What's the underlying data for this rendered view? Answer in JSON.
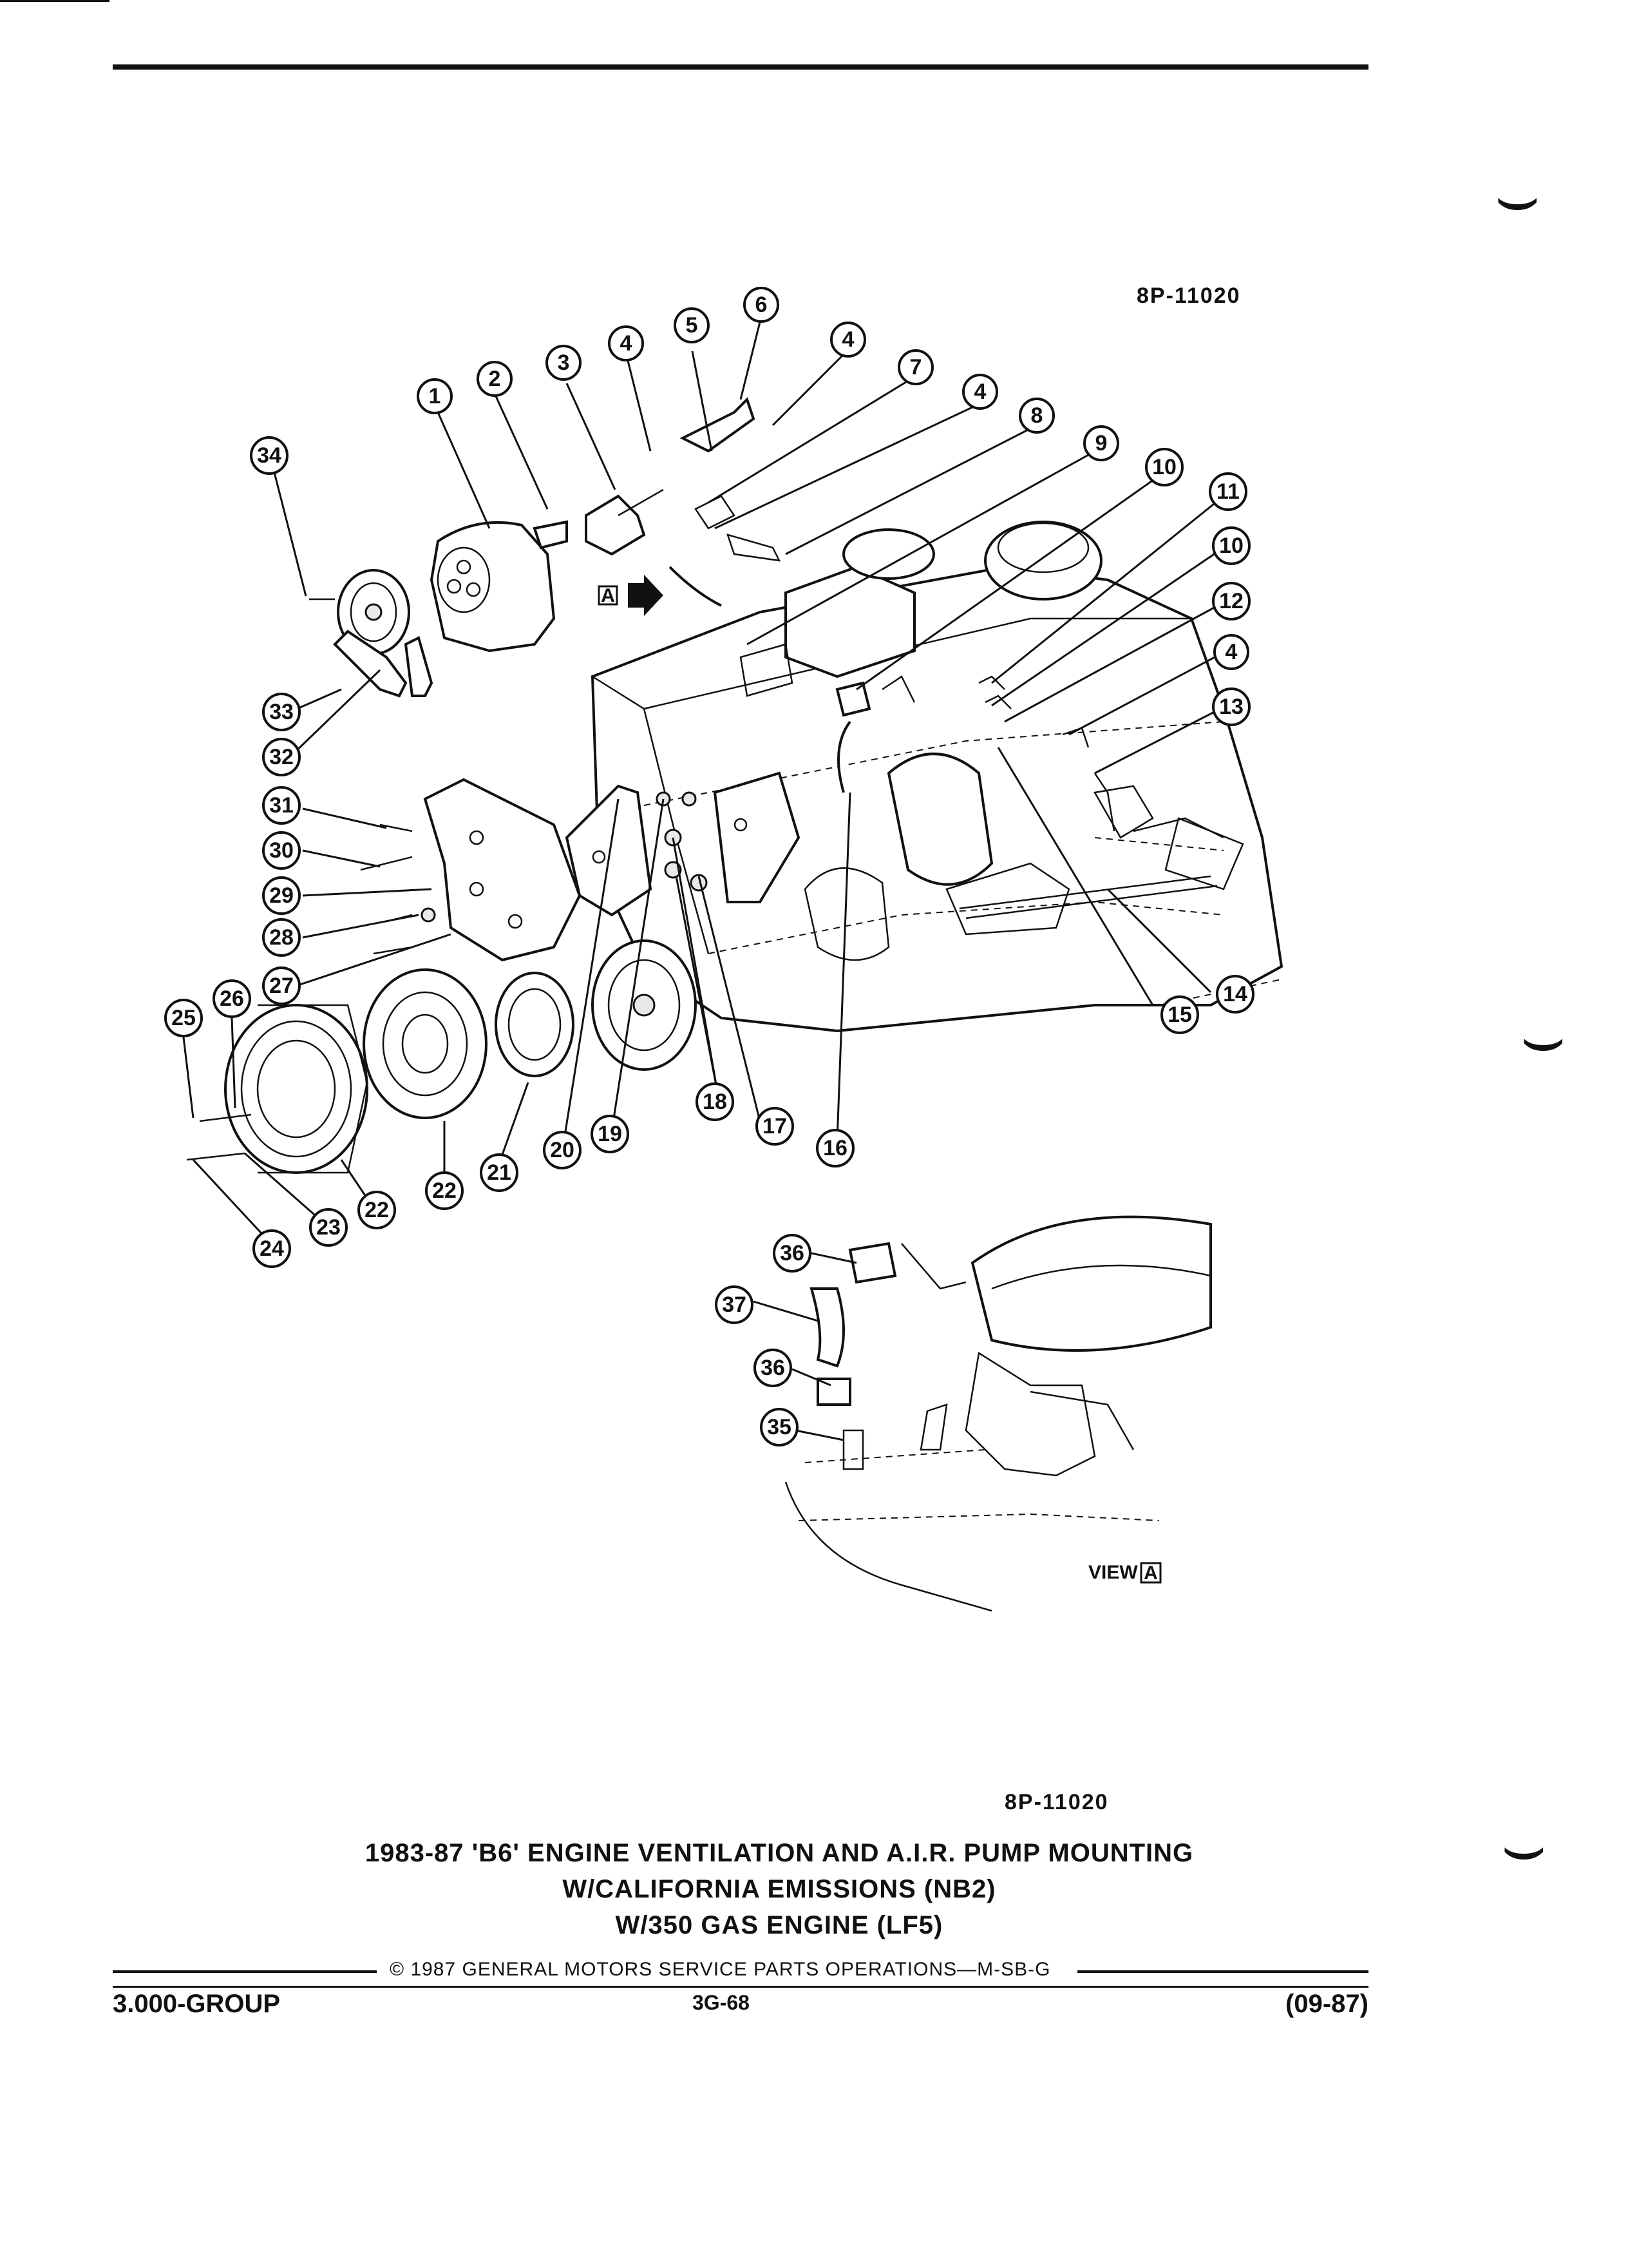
{
  "header": {
    "ref_top": "8P-11020",
    "ref_bottom": "8P-11020"
  },
  "diagram": {
    "callouts": [
      "1",
      "2",
      "3",
      "4",
      "5",
      "6",
      "4",
      "7",
      "4",
      "8",
      "9",
      "10",
      "11",
      "10",
      "12",
      "4",
      "13",
      "14",
      "15",
      "16",
      "17",
      "18",
      "19",
      "20",
      "21",
      "22",
      "22",
      "23",
      "24",
      "25",
      "26",
      "27",
      "28",
      "29",
      "30",
      "31",
      "32",
      "33",
      "34",
      "36",
      "37",
      "36",
      "35"
    ],
    "view_marker": "A",
    "view_label": "VIEW"
  },
  "title": {
    "line1": "1983-87 'B6' ENGINE VENTILATION AND A.I.R. PUMP MOUNTING",
    "line2": "W/CALIFORNIA EMISSIONS (NB2)",
    "line3": "W/350 GAS ENGINE (LF5)"
  },
  "footer": {
    "copyright": "© 1987  GENERAL MOTORS SERVICE PARTS OPERATIONS—M-SB-G",
    "group": "3.000-GROUP",
    "page": "3G-68",
    "date_code": "(09-87)"
  }
}
